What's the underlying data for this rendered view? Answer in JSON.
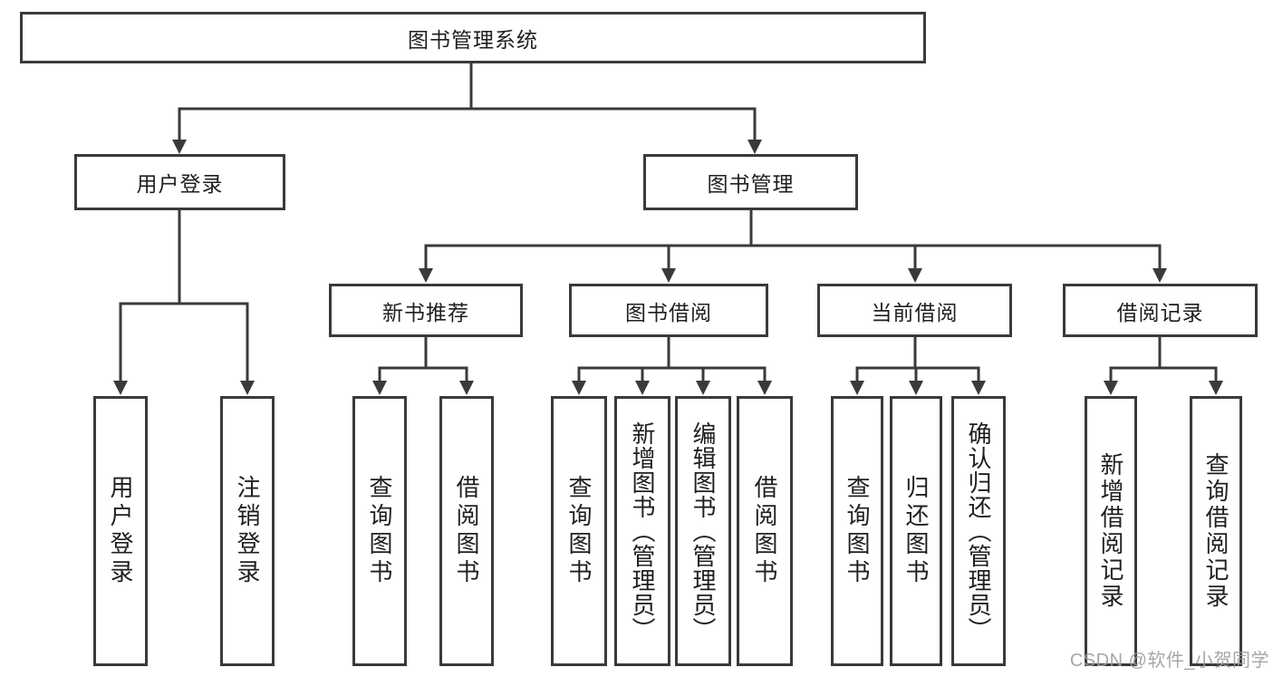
{
  "diagram": {
    "root": {
      "label": "图书管理系统"
    },
    "branches": [
      {
        "label": "用户登录",
        "leaves": [
          {
            "label": "用户登录"
          },
          {
            "label": "注销登录"
          }
        ]
      },
      {
        "label": "图书管理",
        "children": [
          {
            "label": "新书推荐",
            "leaves": [
              {
                "label": "查询图书"
              },
              {
                "label": "借阅图书"
              }
            ]
          },
          {
            "label": "图书借阅",
            "leaves": [
              {
                "label": "查询图书"
              },
              {
                "label": "新增图书（管理员）"
              },
              {
                "label": "编辑图书（管理员）"
              },
              {
                "label": "借阅图书"
              }
            ]
          },
          {
            "label": "当前借阅",
            "leaves": [
              {
                "label": "查询图书"
              },
              {
                "label": "归还图书"
              },
              {
                "label": "确认归还（管理员）"
              }
            ]
          },
          {
            "label": "借阅记录",
            "leaves": [
              {
                "label": "新增借阅记录"
              },
              {
                "label": "查询借阅记录"
              }
            ]
          }
        ]
      }
    ]
  },
  "watermark": {
    "text": "CSDN @软件_小贺同学"
  },
  "colors": {
    "line": "#3a3a3a",
    "text": "#1f1f1f",
    "background": "#ffffff",
    "watermark": "#9e9e9e"
  }
}
